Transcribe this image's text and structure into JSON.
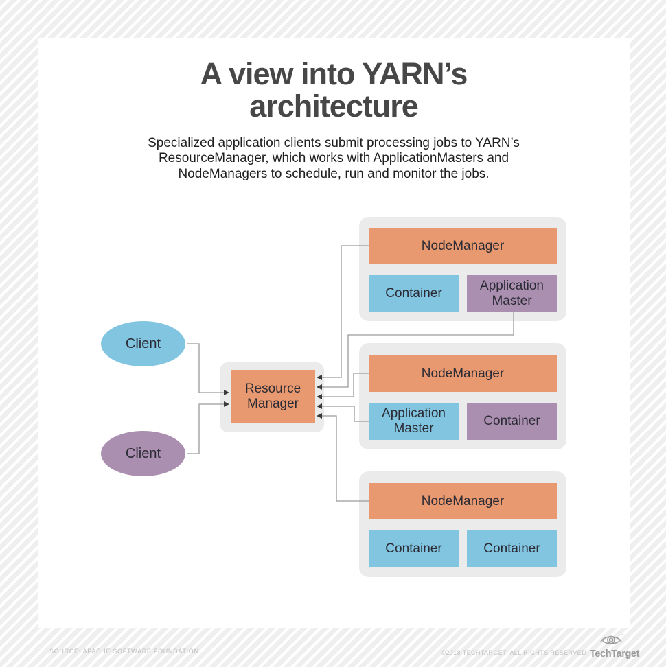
{
  "header": {
    "title_line1": "A view into YARN’s",
    "title_line2": "architecture",
    "subtitle_line1": "Specialized application clients submit processing jobs to YARN’s",
    "subtitle_line2": "ResourceManager, which works with ApplicationMasters and",
    "subtitle_line3": "NodeManagers to schedule, run and monitor the jobs."
  },
  "diagram": {
    "client_top": {
      "label": "Client",
      "color": "#82c5e0"
    },
    "client_bottom": {
      "label": "Client",
      "color": "#ab8fb0"
    },
    "resource_manager": {
      "label": "Resource Manager",
      "color": "#e9996f"
    },
    "groups": [
      {
        "manager_label": "NodeManager",
        "manager_color": "#e9996f",
        "left_box": {
          "label": "Container",
          "color": "#82c5e0"
        },
        "right_box": {
          "label": "Application Master",
          "color": "#ab8fb0"
        }
      },
      {
        "manager_label": "NodeManager",
        "manager_color": "#e9996f",
        "left_box": {
          "label": "Application Master",
          "color": "#82c5e0"
        },
        "right_box": {
          "label": "Container",
          "color": "#ab8fb0"
        }
      },
      {
        "manager_label": "NodeManager",
        "manager_color": "#e9996f",
        "left_box": {
          "label": "Container",
          "color": "#82c5e0"
        },
        "right_box": {
          "label": "Container",
          "color": "#82c5e0"
        }
      }
    ],
    "group_background": "#ebebeb",
    "connector_color": "#9a9a9a",
    "arrowhead_color": "#3a3a3a",
    "box_text_color": "#2b2b35"
  },
  "footer": {
    "source": "SOURCE: APACHE SOFTWARE FOUNDATION",
    "copyright": "©2018 TECHTARGET, ALL RIGHTS RESERVED",
    "logo_text": "TechTarget"
  }
}
